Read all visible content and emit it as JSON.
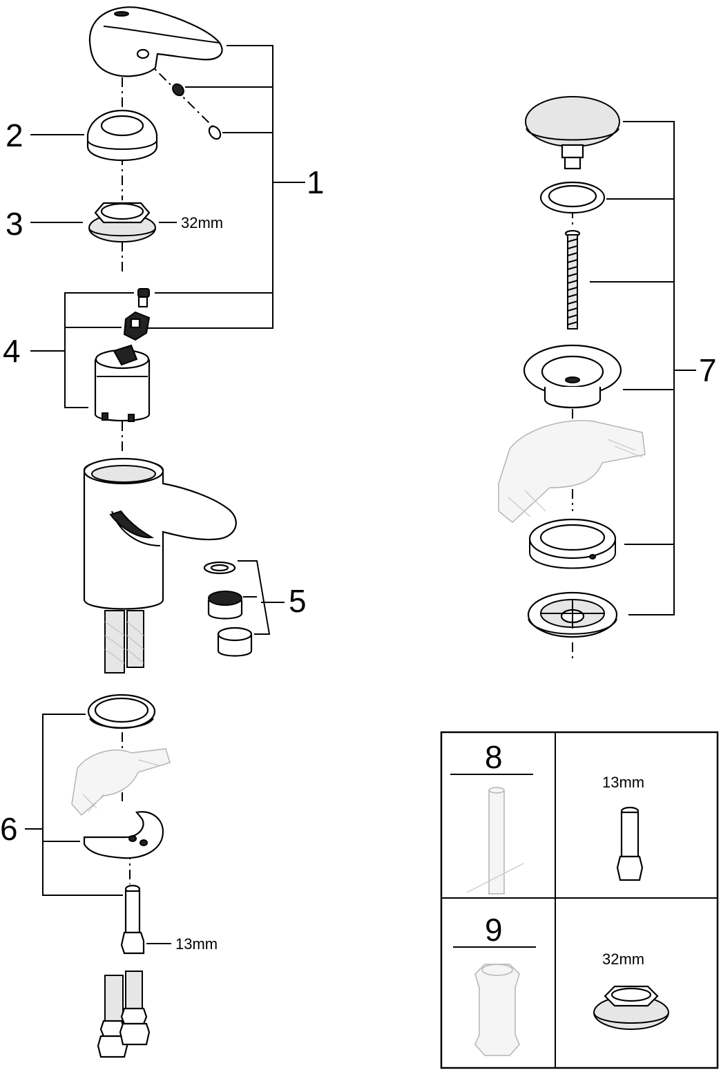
{
  "parts": {
    "p1": "1",
    "p2": "2",
    "p3": "3",
    "p4": "4",
    "p5": "5",
    "p6": "6",
    "p7": "7",
    "p8": "8",
    "p9": "9"
  },
  "dimensions": {
    "nut_32": "32mm",
    "hose_13": "13mm",
    "tool8_13": "13mm",
    "tool9_32": "32mm"
  }
}
